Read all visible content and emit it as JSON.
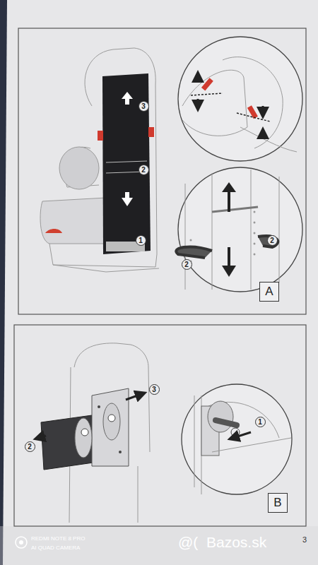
{
  "diagram": {
    "nodes": [
      {
        "text": [
          "3"
        ]
      },
      {
        "text": [
          "2"
        ]
      },
      {
        "text": [
          "1"
        ]
      },
      {
        "text": [
          "2"
        ]
      },
      {
        "text": [
          "2"
        ]
      },
      {
        "text": [
          "A"
        ]
      },
      {
        "text": [
          "3"
        ]
      },
      {
        "text": [
          "2"
        ]
      },
      {
        "text": [
          "1"
        ]
      },
      {
        "text": [
          "B"
        ]
      }
    ],
    "labels": [
      "REDMI NOTE 8 PRO",
      "AI QUAD CAMERA",
      "@(",
      "Bazos.sk",
      "3"
    ]
  }
}
